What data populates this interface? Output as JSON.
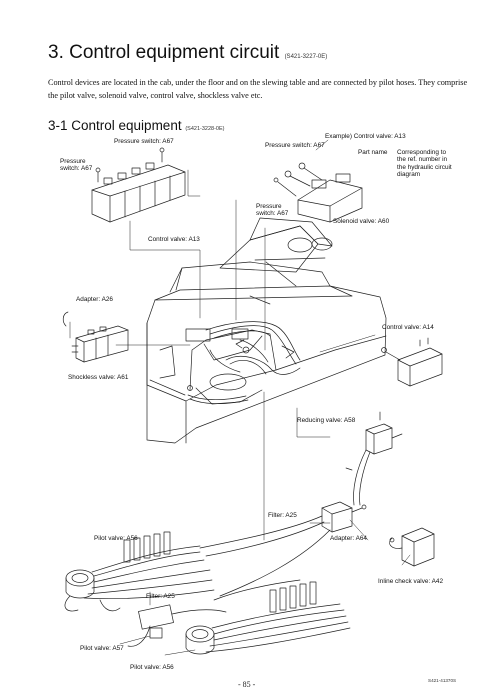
{
  "title": {
    "main": "3.  Control equipment circuit",
    "code": "(S421-3227-0E)"
  },
  "intro": "Control devices are located in the cab, under the floor and on the slewing table and are connected by pilot hoses. They comprise the pilot valve, solenoid valve, control valve, shockless valve etc.",
  "section": {
    "main": "3-1  Control equipment",
    "code": "(S421-3228-0E)"
  },
  "labels": {
    "pressure_switch_top": "Pressure switch: A67",
    "pressure_switch_left": "Pressure\nswitch: A67",
    "control_valve_a13_left": "Control valve: A13",
    "example": "Example) Control valve: A13",
    "pressure_switch_right_top": "Pressure switch: A67",
    "part_name": "Part name",
    "corresponding": "Corresponding to\nthe ref. number in\nthe hydraulic circuit\ndiagram",
    "pressure_switch_mid": "Pressure\nswitch: A67",
    "solenoid_valve": "Solenoid valve: A60",
    "adapter_a26": "Adapter: A26",
    "control_valve_a14": "Control valve: A14",
    "shockless_valve": "Shockless valve: A61",
    "reducing_valve": "Reducing valve: A58",
    "filter_a25_top": "Filter: A25",
    "adapter_a64": "Adapter: A64",
    "pilot_valve_a56_top": "Pilot valve: A56",
    "inline_check_valve": "Inline check valve: A42",
    "filter_a25_bottom": "Filter: A25",
    "pilot_valve_a57": "Pilot valve: A57",
    "pilot_valve_a56_bottom": "Pilot valve: A56"
  },
  "page_number": "- 85 -",
  "figure_code": "S421-41370S"
}
